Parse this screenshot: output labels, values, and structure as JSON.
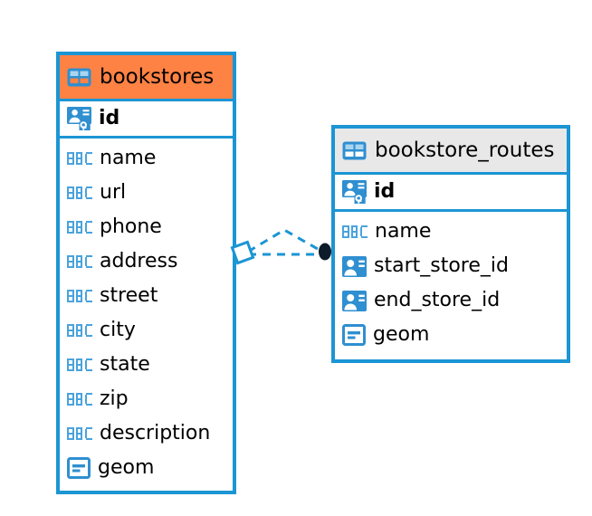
{
  "diagram": {
    "type": "entity-relationship-diagram",
    "background_color": "#ffffff",
    "accent_color": "#1b95d4",
    "highlight_color": "#fd8244",
    "neutral_header_color": "#e8e8e8"
  },
  "entities": [
    {
      "name": "bookstores",
      "header_style": "orange",
      "table_icon": "table-icon",
      "primary_key": {
        "label": "id",
        "icon": "primary-key-icon"
      },
      "fields": [
        {
          "label": "name",
          "icon": "abc-icon"
        },
        {
          "label": "url",
          "icon": "abc-icon"
        },
        {
          "label": "phone",
          "icon": "abc-icon"
        },
        {
          "label": "address",
          "icon": "abc-icon"
        },
        {
          "label": "street",
          "icon": "abc-icon"
        },
        {
          "label": "city",
          "icon": "abc-icon"
        },
        {
          "label": "state",
          "icon": "abc-icon"
        },
        {
          "label": "zip",
          "icon": "abc-icon"
        },
        {
          "label": "description",
          "icon": "abc-icon"
        },
        {
          "label": "geom",
          "icon": "geometry-icon"
        }
      ]
    },
    {
      "name": "bookstore_routes",
      "header_style": "gray",
      "table_icon": "table-icon",
      "primary_key": {
        "label": "id",
        "icon": "primary-key-icon"
      },
      "fields": [
        {
          "label": "name",
          "icon": "abc-icon"
        },
        {
          "label": "start_store_id",
          "icon": "foreign-key-icon"
        },
        {
          "label": "end_store_id",
          "icon": "foreign-key-icon"
        },
        {
          "label": "geom",
          "icon": "geometry-icon"
        }
      ]
    }
  ],
  "relationship": {
    "source_entity": "bookstores",
    "target_entity": "bookstore_routes",
    "line_style": "dashed",
    "line_color": "#1b95d4",
    "source_marker": "diamond-marker",
    "target_marker": "filled-circle-marker",
    "target_marker_color": "#0d1b2a",
    "branches": 2
  }
}
